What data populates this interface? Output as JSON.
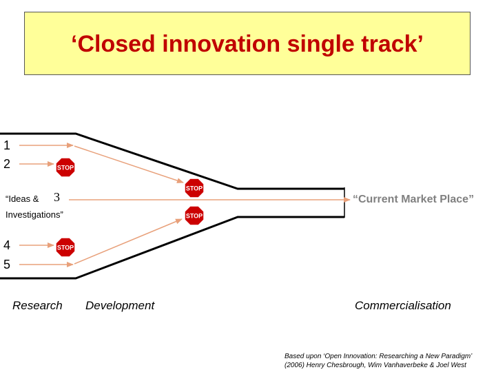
{
  "title": "‘Closed innovation single track’",
  "idea_numbers": [
    "1",
    "2",
    "3",
    "4",
    "5"
  ],
  "ideas_label_line1": "“Ideas &",
  "ideas_label_line2": "Investigations”",
  "market_label": "“Current Market Place”",
  "stages": [
    "Research",
    "Development",
    "Commercialisation"
  ],
  "stop_sign_text": "STOP",
  "source_line1": "Based upon ‘Open Innovation: Researching a New Paradigm’",
  "source_line2": "(2006) Henry Chesbrough, Wim Vanhaverbeke & Joel West",
  "colors": {
    "title_bg": "#ffff99",
    "title_text": "#c00000",
    "arrow": "#e8a07a",
    "stop": "#cc0000",
    "funnel": "#000000",
    "market_text": "#808080"
  }
}
